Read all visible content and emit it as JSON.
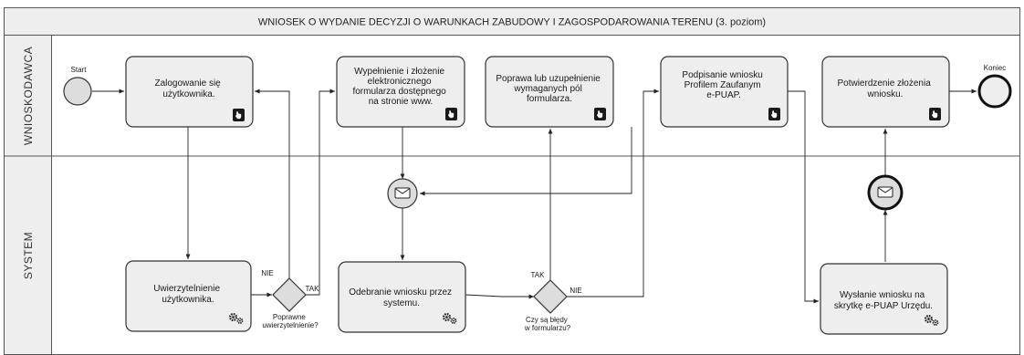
{
  "diagram": {
    "title": "WNIOSEK O WYDANIE DECYZJI O WARUNKACH ZABUDOWY I ZAGOSPODAROWANIA TERENU (3. poziom)",
    "lanes": [
      {
        "id": "applicant",
        "label": "WNIOSKODAWCA"
      },
      {
        "id": "system",
        "label": "SYSTEM"
      }
    ],
    "events": {
      "start": {
        "label": "Start"
      },
      "end": {
        "label": "Koniec"
      }
    },
    "tasks": [
      {
        "id": "login",
        "type": "user",
        "lines": [
          "Zalogowanie się",
          "użytkownika."
        ]
      },
      {
        "id": "fill_form",
        "type": "user",
        "lines": [
          "Wypełnienie i złożenie",
          "elektronicznego",
          "formularza dostępnego",
          "na stronie www."
        ]
      },
      {
        "id": "fix_fields",
        "type": "user",
        "lines": [
          "Poprawa lub uzupełnienie",
          "wymaganych pól",
          "formularza."
        ]
      },
      {
        "id": "sign",
        "type": "user",
        "lines": [
          "Podpisanie wniosku",
          "Profilem Zaufanym",
          "e-PUAP."
        ]
      },
      {
        "id": "confirm",
        "type": "user",
        "lines": [
          "Potwierdzenie złożenia",
          "wniosku."
        ]
      },
      {
        "id": "auth",
        "type": "service",
        "lines": [
          "Uwierzytelnienie",
          "użytkownika."
        ]
      },
      {
        "id": "receive",
        "type": "service",
        "lines": [
          "Odebranie wniosku przez",
          "systemu."
        ]
      },
      {
        "id": "send",
        "type": "service",
        "lines": [
          "Wysłanie wniosku na",
          "skrytkę e-PUAP Urzędu."
        ]
      }
    ],
    "gateways": [
      {
        "id": "gw_auth",
        "lines": [
          "Poprawne",
          "uwierzytelnienie?"
        ],
        "yes": "TAK",
        "no": "NIE"
      },
      {
        "id": "gw_errors",
        "lines": [
          "Czy są błędy",
          "w formularzu?"
        ],
        "yes": "TAK",
        "no": "NIE"
      }
    ],
    "message_events": [
      {
        "id": "msg_catch",
        "icon": "envelope-icon"
      },
      {
        "id": "msg_throw",
        "icon": "envelope-icon"
      }
    ],
    "colors": {
      "task_fill": "#eeeeee",
      "header_fill": "#eeeeee",
      "stroke": "#333333",
      "event_fill": "#dddddd"
    }
  }
}
